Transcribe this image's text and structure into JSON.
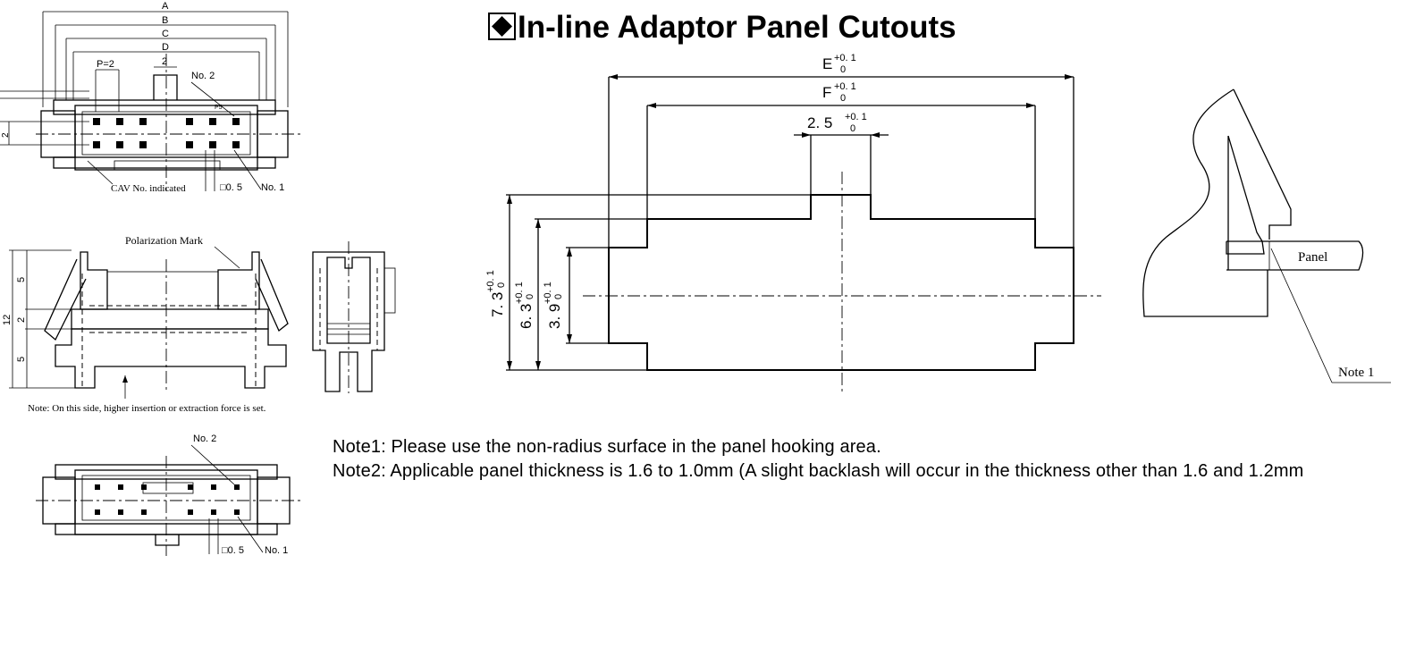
{
  "title": "In-line Adaptor Panel Cutouts",
  "title_icon": "black-diamond-square-icon",
  "notes": {
    "note1": "Note1: Please use the non-radius surface in the panel hooking area.",
    "note2": "Note2: Applicable panel thickness is 1.6 to 1.0mm (A slight backlash will occur in the thickness other than 1.6 and 1.2mm"
  },
  "cutout_dims": {
    "e": "E",
    "f": "F",
    "w": "2. 5",
    "h1": "7. 3",
    "h2": "6. 3",
    "h3": "3. 9",
    "tol_upper": "+0. 1",
    "tol_lower": "0"
  },
  "panel_detail": {
    "panel": "Panel",
    "note1": "Note 1"
  },
  "connector_top": {
    "a": "A",
    "b": "B",
    "c": "C",
    "d": "D",
    "pitch": "P=2",
    "two": "2",
    "no2": "No. 2",
    "no1": "No. 1",
    "sq": "□0. 5",
    "cav": "CAV No. indicated",
    "pin_pitch": "P5",
    "side2": "2"
  },
  "connector_side": {
    "polarization": "Polarization Mark",
    "d5a": "5",
    "d2": "2",
    "d12": "12",
    "d5b": "5",
    "force_note": "Note: On this side, higher insertion or extraction force is set."
  },
  "connector_bottom": {
    "no2": "No. 2",
    "no1": "No. 1",
    "sq": "□0. 5"
  }
}
